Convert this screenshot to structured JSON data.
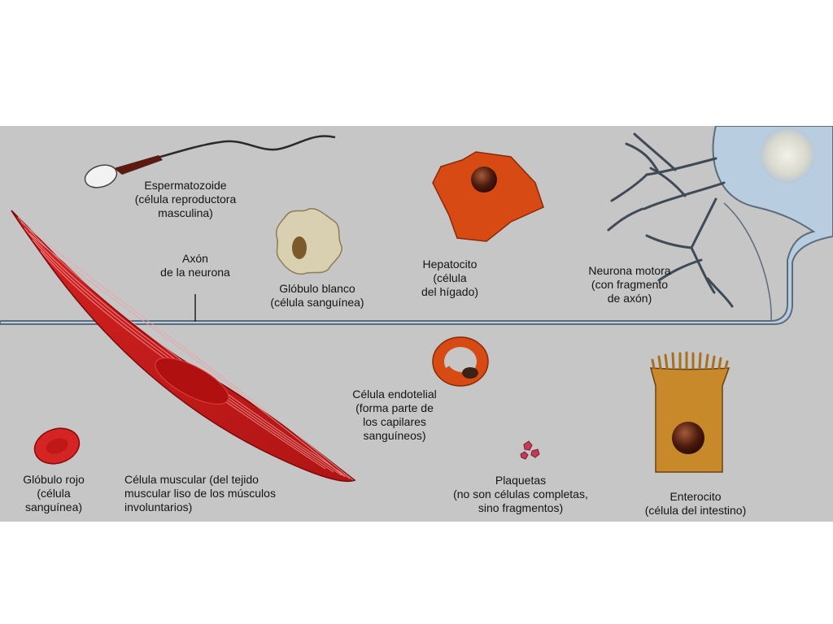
{
  "labels": {
    "sperm": "Espermatozoide\n(célula reproductora\nmasculina)",
    "axon": "Axón\nde la neurona",
    "white_cell": "Glóbulo blanco\n(célula sanguínea)",
    "hepatocyte": "Hepatocito\n(célula\ndel hígado)",
    "motor_neuron": "Neurona motora\n(con fragmento\nde axón)",
    "endothelial": "Célula endotelial\n(forma parte de\nlos capilares\nsanguíneos)",
    "red_cell": "Glóbulo rojo\n(célula\nsanguínea)",
    "muscle": "Célula muscular (del tejido\nmuscular liso de los músculos\ninvoluntarios)",
    "platelets": "Plaquetas\n(no son células completas,\nsino fragmentos)",
    "enterocyte": "Enterocito\n(célula del intestino)"
  },
  "colors": {
    "panel": "#c6c6c6",
    "cell_red": "#c81e1e",
    "hepatocyte": "#d84a14",
    "neuron_blue": "#b9cde0",
    "enterocyte": "#c8892a",
    "white_cell": "#d9d0b2"
  }
}
